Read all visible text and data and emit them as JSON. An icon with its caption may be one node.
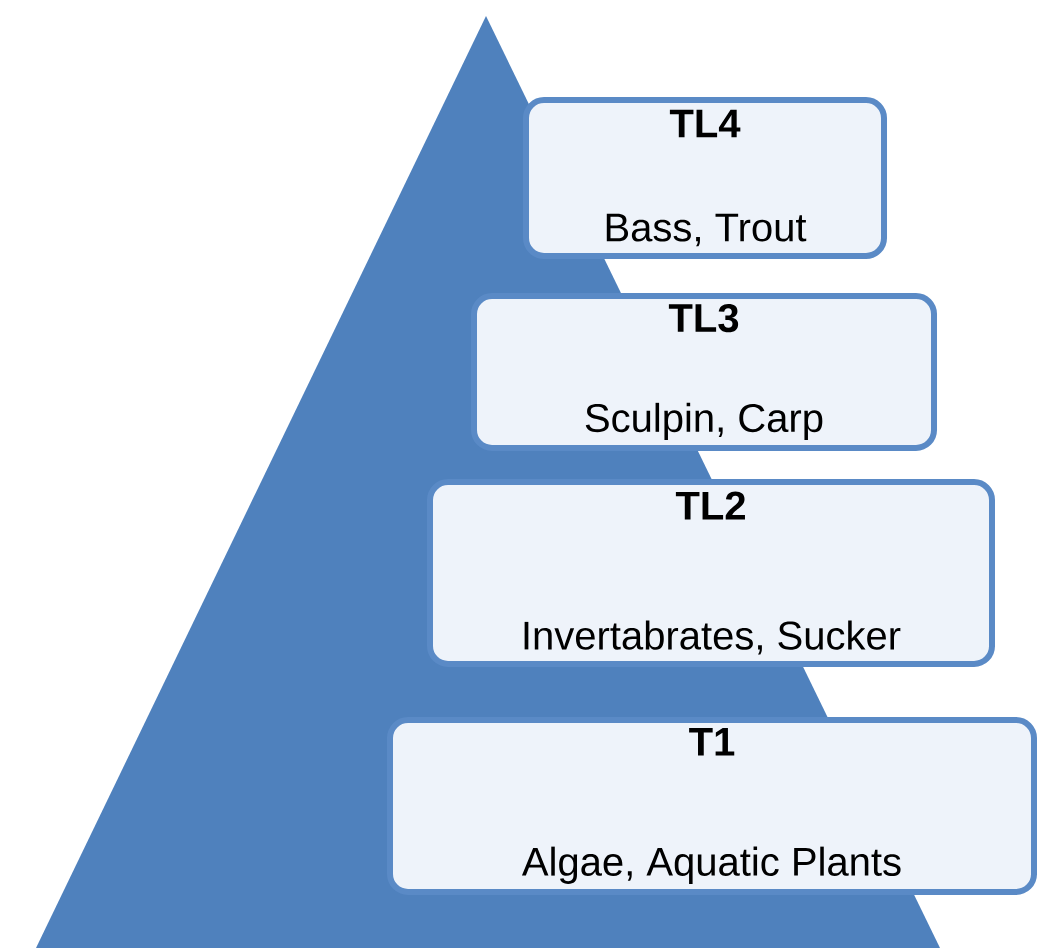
{
  "diagram": {
    "nodes": [
      {
        "text": [
          "TL4",
          "Bass, Trout"
        ]
      },
      {
        "text": [
          "TL3",
          "Sculpin, Carp"
        ]
      },
      {
        "text": [
          "TL2",
          "Invertabrates, Sucker"
        ]
      },
      {
        "text": [
          "T1",
          "Algae, Aquatic Plants"
        ]
      }
    ]
  }
}
